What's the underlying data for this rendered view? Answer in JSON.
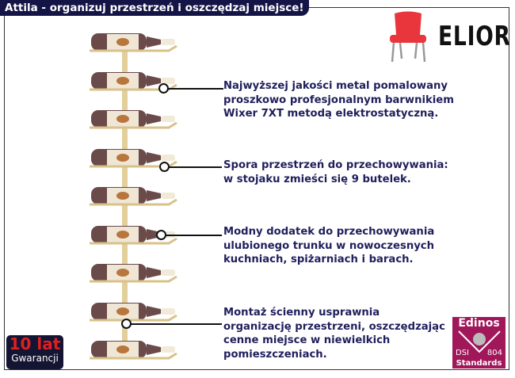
{
  "title": "Attila - organizuj przestrzeń i oszczędzaj miejsce!",
  "brand": {
    "name": "ELIOR",
    "chair_color": "#e8363c"
  },
  "notes": [
    [
      "Najwyższej jakości metal pomalowany",
      "proszkowo profesjonalnym barwnikiem",
      "Wixer 7XT metodą elektrostatyczną."
    ],
    [
      "Spora przestrzeń do przechowywania:",
      "w stojaku zmieści się 9 butelek."
    ],
    [
      "Modny dodatek do przechowywania",
      "ulubionego trunku w nowoczesnych",
      "kuchniach, spiżarniach i barach."
    ],
    [
      "Montaż ścienny usprawnia",
      "organizację przestrzeni, oszczędzając",
      "cenne miejsce w niewielkich",
      "pomieszczeniach."
    ]
  ],
  "warranty": {
    "years": "10 lat",
    "label": "Gwarancji"
  },
  "certificate": {
    "name": "Edinos",
    "left": "DSI",
    "right": "804",
    "bottom": "Standards"
  },
  "bottle_count": 9
}
